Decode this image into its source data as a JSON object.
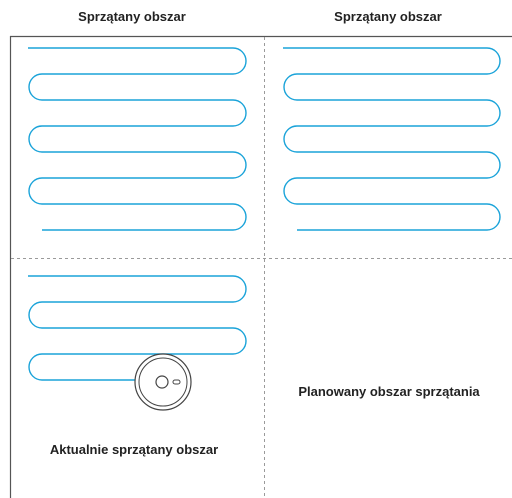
{
  "labels": {
    "cleaned_area_left": "Sprzątany obszar",
    "cleaned_area_right": "Sprzątany obszar",
    "current_area": "Aktualnie sprzątany obszar",
    "planned_area": "Planowany obszar sprzątania"
  },
  "colors": {
    "path": "#1aa3d9",
    "border": "#555555",
    "dashed": "#9a9a9a",
    "robot": "#444444",
    "text": "#222222"
  },
  "robot": {
    "icon": "robot-vacuum-icon"
  }
}
